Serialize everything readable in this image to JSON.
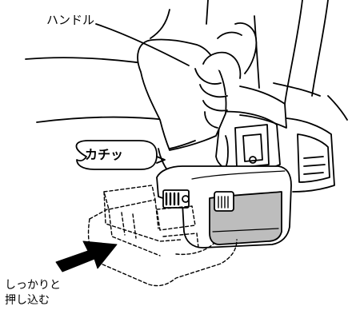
{
  "labels": {
    "handle": "ハンドル",
    "click": "カチッ",
    "push_line1": "しっかりと",
    "push_line2": "押し込む"
  },
  "colors": {
    "line": "#000000",
    "fill": "#ffffff",
    "battery_face": "#bdbdbd",
    "arrow": "#000000"
  }
}
